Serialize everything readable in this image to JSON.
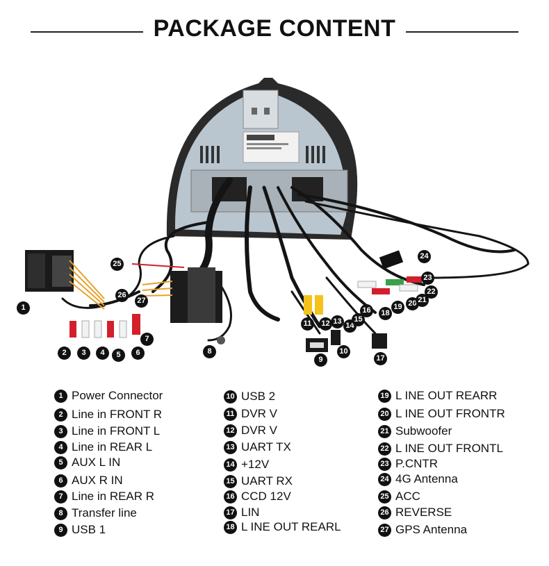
{
  "header": {
    "title": "PACKAGE CONTENT"
  },
  "callouts": [
    "1",
    "2",
    "3",
    "4",
    "5",
    "6",
    "7",
    "8",
    "9",
    "10",
    "11",
    "12",
    "13",
    "14",
    "15",
    "16",
    "17",
    "18",
    "19",
    "20",
    "21",
    "22",
    "23",
    "24",
    "25",
    "26",
    "27"
  ],
  "legend": [
    {
      "num": "1",
      "label": "Power Connector"
    },
    {
      "num": "2",
      "label": "Line in FRONT R"
    },
    {
      "num": "3",
      "label": "Line in FRONT L"
    },
    {
      "num": "4",
      "label": "Line in REAR L"
    },
    {
      "num": "5",
      "label": "AUX L IN"
    },
    {
      "num": "6",
      "label": "AUX R IN"
    },
    {
      "num": "7",
      "label": "Line in REAR R"
    },
    {
      "num": "8",
      "label": "Transfer line"
    },
    {
      "num": "9",
      "label": "USB 1"
    },
    {
      "num": "10",
      "label": "USB 2"
    },
    {
      "num": "11",
      "label": "DVR V"
    },
    {
      "num": "12",
      "label": "DVR V"
    },
    {
      "num": "13",
      "label": "UART TX"
    },
    {
      "num": "14",
      "label": "+12V"
    },
    {
      "num": "15",
      "label": "UART RX"
    },
    {
      "num": "16",
      "label": "CCD 12V"
    },
    {
      "num": "17",
      "label": "LIN"
    },
    {
      "num": "18",
      "label": "L INE OUT REARL"
    },
    {
      "num": "19",
      "label": "L INE OUT REARR"
    },
    {
      "num": "20",
      "label": "L INE OUT FRONTR"
    },
    {
      "num": "21",
      "label": "Subwoofer"
    },
    {
      "num": "22",
      "label": "L INE OUT FRONTL"
    },
    {
      "num": "23",
      "label": "P.CNTR"
    },
    {
      "num": "24",
      "label": "4G Antenna"
    },
    {
      "num": "25",
      "label": "ACC"
    },
    {
      "num": "26",
      "label": "REVERSE"
    },
    {
      "num": "27",
      "label": "GPS Antenna"
    }
  ],
  "colors": {
    "text": "#111111",
    "badge": "#111111",
    "badge_text": "#ffffff",
    "rca_red": "#d21f2b",
    "rca_white": "#f2f2f2",
    "rca_yellow": "#f4c21a",
    "rca_green": "#3aa04a",
    "cable": "#141414",
    "housing": "#b9c6d0"
  }
}
